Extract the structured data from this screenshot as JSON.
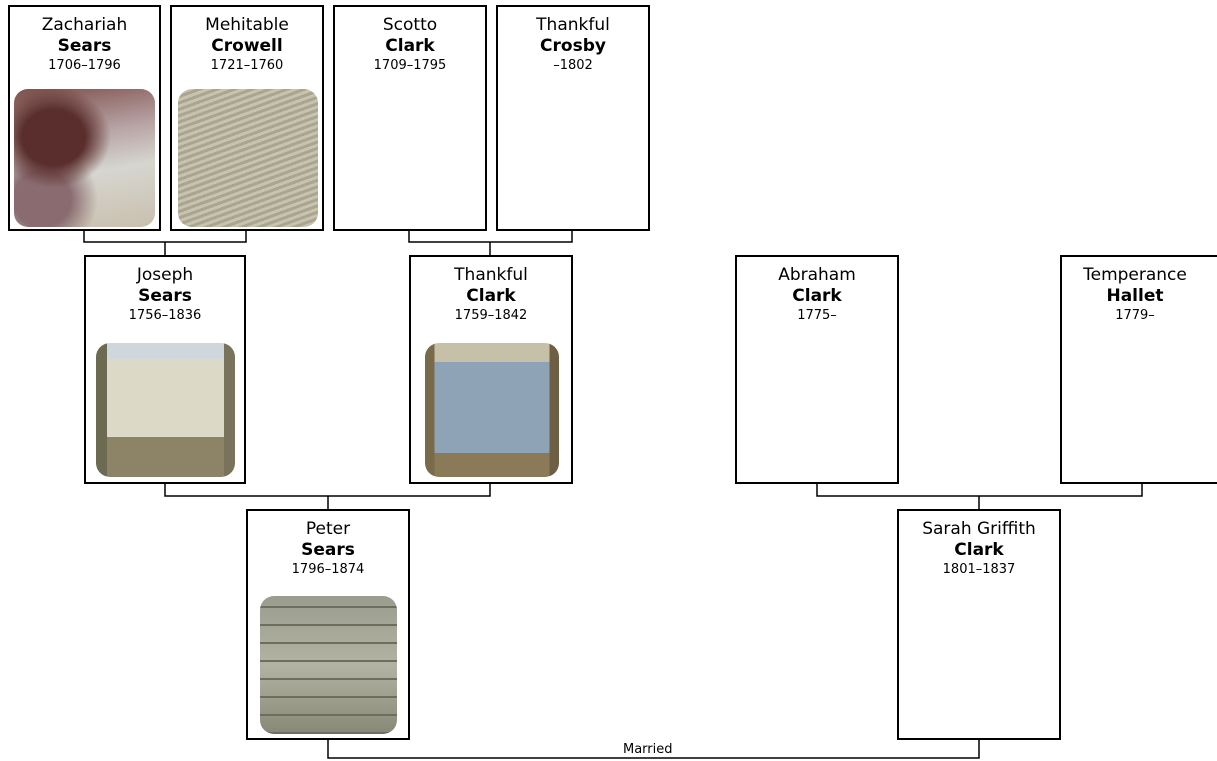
{
  "tree": {
    "people": [
      {
        "id": "zachariah-sears",
        "first": "Zachariah",
        "last": "Sears",
        "years": "1706–1796",
        "photo": "gravestone-weathered-red"
      },
      {
        "id": "mehitable-crowell",
        "first": "Mehitable",
        "last": "Crowell",
        "years": "1721–1760",
        "photo": "gravestone-lichen"
      },
      {
        "id": "scotto-clark",
        "first": "Scotto",
        "last": "Clark",
        "years": "1709–1795",
        "photo": null
      },
      {
        "id": "thankful-crosby",
        "first": "Thankful",
        "last": "Crosby",
        "years": "–1802",
        "photo": null
      },
      {
        "id": "joseph-sears",
        "first": "Joseph",
        "last": "Sears",
        "years": "1756–1836",
        "photo": "gravestone-light"
      },
      {
        "id": "thankful-clark",
        "first": "Thankful",
        "last": "Clark",
        "years": "1759–1842",
        "photo": "gravestone-blue-grey"
      },
      {
        "id": "abraham-clark",
        "first": "Abraham",
        "last": "Clark",
        "years": "1775–",
        "photo": null
      },
      {
        "id": "temperance-hallet",
        "first": "Temperance",
        "last": "Hallet",
        "years": "1779–",
        "photo": null
      },
      {
        "id": "peter-sears",
        "first": "Peter",
        "last": "Sears",
        "years": "1796–1874",
        "photo": "gravestone-engraved"
      },
      {
        "id": "sarah-clark",
        "first": "Sarah Griffith",
        "last": "Clark",
        "years": "1801–1837",
        "photo": null
      }
    ],
    "marriage_label": "Married"
  }
}
